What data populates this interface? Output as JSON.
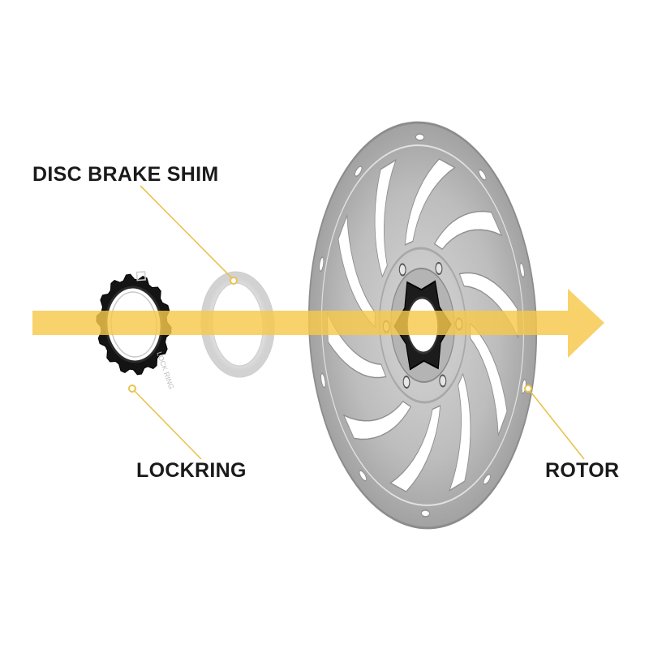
{
  "labels": {
    "disc_brake_shim": "DISC BRAKE SHIM",
    "lockring": "LOCKRING",
    "rotor": "ROTOR"
  },
  "lockring_engraving": "LOCK RING",
  "colors": {
    "arrow": "#f7c84a",
    "callout_line": "#e9c34f",
    "label_text": "#1a1a1a",
    "lockring_body": "#141414",
    "shim": "#e6e6e6",
    "rotor_steel": "#b9b9b9",
    "rotor_spider": "#1c1c1c"
  },
  "icons": {
    "arrow": "assembly-direction-arrow",
    "lockring": "lockring-icon",
    "shim": "shim-icon",
    "rotor": "rotor-icon"
  }
}
